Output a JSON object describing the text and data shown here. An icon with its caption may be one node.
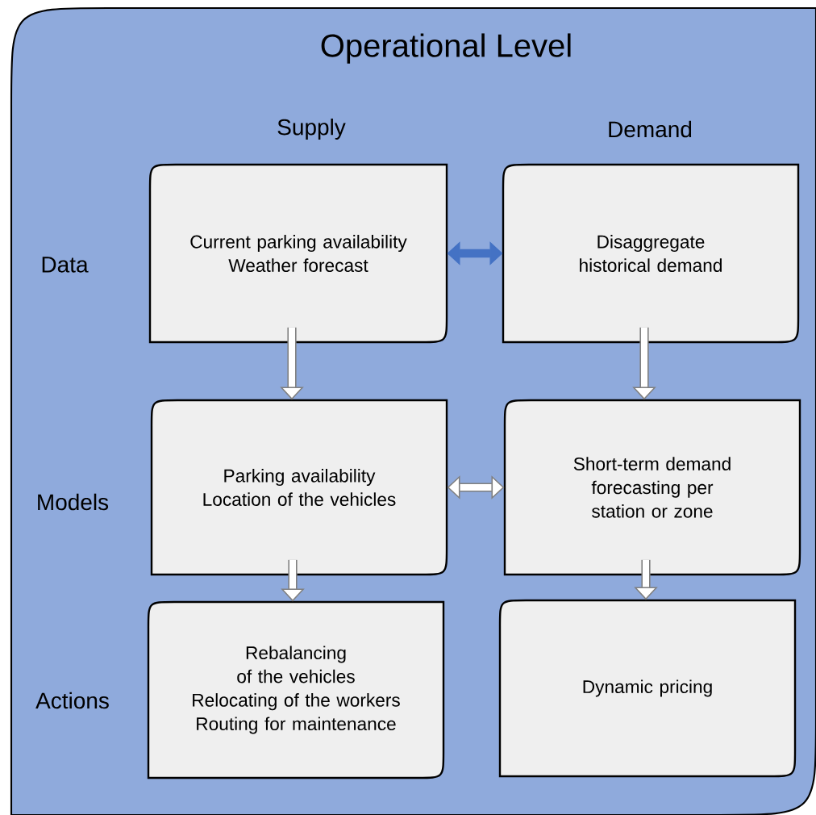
{
  "diagram": {
    "nodes": [
      {
        "text": [
          "Operational Level"
        ]
      },
      {
        "text": [
          "Current parking availability",
          "Weather forecast"
        ],
        "in": 0
      },
      {
        "text": [
          "Disaggregate historical demand"
        ],
        "in": 0
      },
      {
        "text": [
          "Parking availability",
          "Location of the vehicles"
        ],
        "in": 0
      },
      {
        "text": [
          "Short-term demand forecasting per station or zone"
        ],
        "in": 0
      },
      {
        "text": [
          "Rebalancing of the vehicles",
          "Relocating of the workers",
          "Routing for maintenance"
        ],
        "in": 0
      },
      {
        "text": [
          "Dynamic pricing"
        ],
        "in": 0
      }
    ],
    "edges": [
      {
        "from": 1,
        "to": 2,
        "arrow": "both",
        "color": "#4472c4"
      },
      {
        "from": 1,
        "to": 3,
        "arrow": "to"
      },
      {
        "from": 2,
        "to": 4,
        "arrow": "to"
      },
      {
        "from": 3,
        "to": 4,
        "arrow": "both"
      },
      {
        "from": 3,
        "to": 5,
        "arrow": "to"
      },
      {
        "from": 4,
        "to": 6,
        "arrow": "to"
      }
    ],
    "labels": [
      "Supply",
      "Demand",
      "Data",
      "Models",
      "Actions"
    ]
  }
}
